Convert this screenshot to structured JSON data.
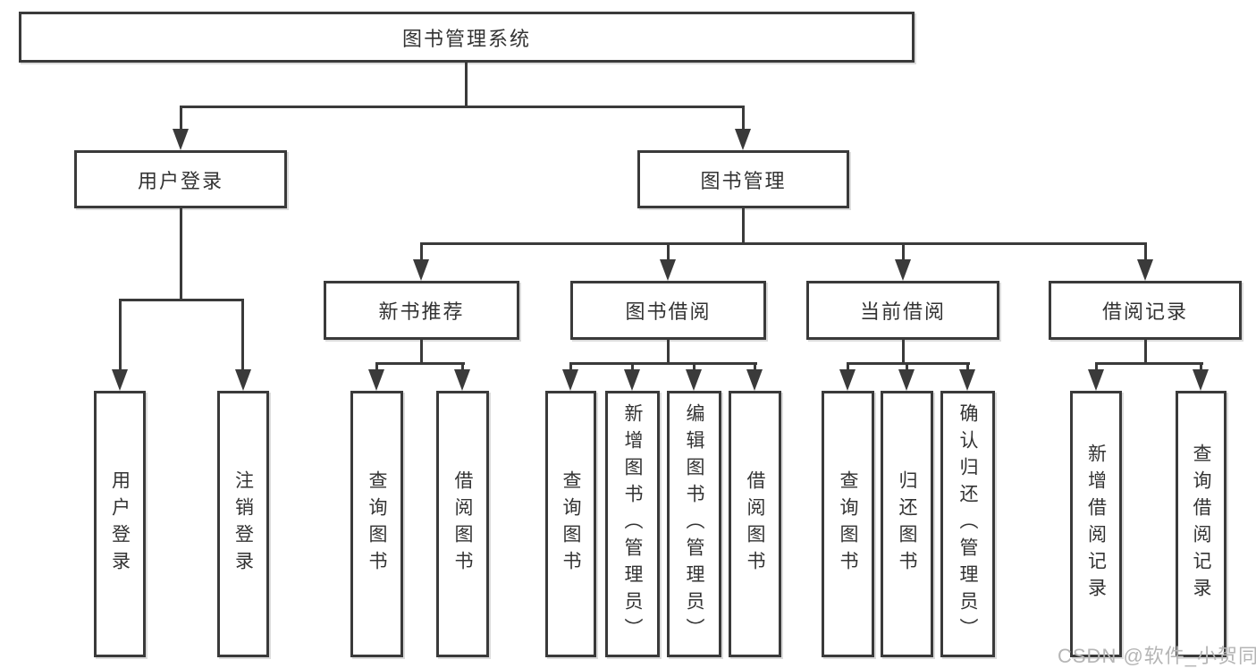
{
  "diagram": {
    "root": {
      "label": "图书管理系统"
    },
    "level2": {
      "user_login": {
        "label": "用户登录"
      },
      "book_mgmt": {
        "label": "图书管理"
      }
    },
    "level3": {
      "new_book_rec": {
        "label": "新书推荐"
      },
      "book_borrow": {
        "label": "图书借阅"
      },
      "current_borrow": {
        "label": "当前借阅"
      },
      "borrow_record": {
        "label": "借阅记录"
      }
    },
    "leaves": {
      "login": {
        "label": "用户登录"
      },
      "logout": {
        "label": "注销登录"
      },
      "rec_query_book": {
        "label": "查询图书"
      },
      "rec_borrow_book": {
        "label": "借阅图书"
      },
      "bor_query_book": {
        "label": "查询图书"
      },
      "bor_add_book": {
        "label": "新增图书（管理员）"
      },
      "bor_edit_book": {
        "label": "编辑图书（管理员）"
      },
      "bor_borrow_book": {
        "label": "借阅图书"
      },
      "cur_query_book": {
        "label": "查询图书"
      },
      "cur_return_book": {
        "label": "归还图书"
      },
      "cur_confirm_return": {
        "label": "确认归还（管理员）"
      },
      "log_add_record": {
        "label": "新增借阅记录"
      },
      "log_query_record": {
        "label": "查询借阅记录"
      }
    },
    "watermark": "CSDN @软件_小贺同学",
    "colors": {
      "line": "#3a3a3a",
      "border": "#3a3a3a",
      "text": "#333333",
      "watermark": "#b5b5b5",
      "background": "#ffffff"
    }
  }
}
